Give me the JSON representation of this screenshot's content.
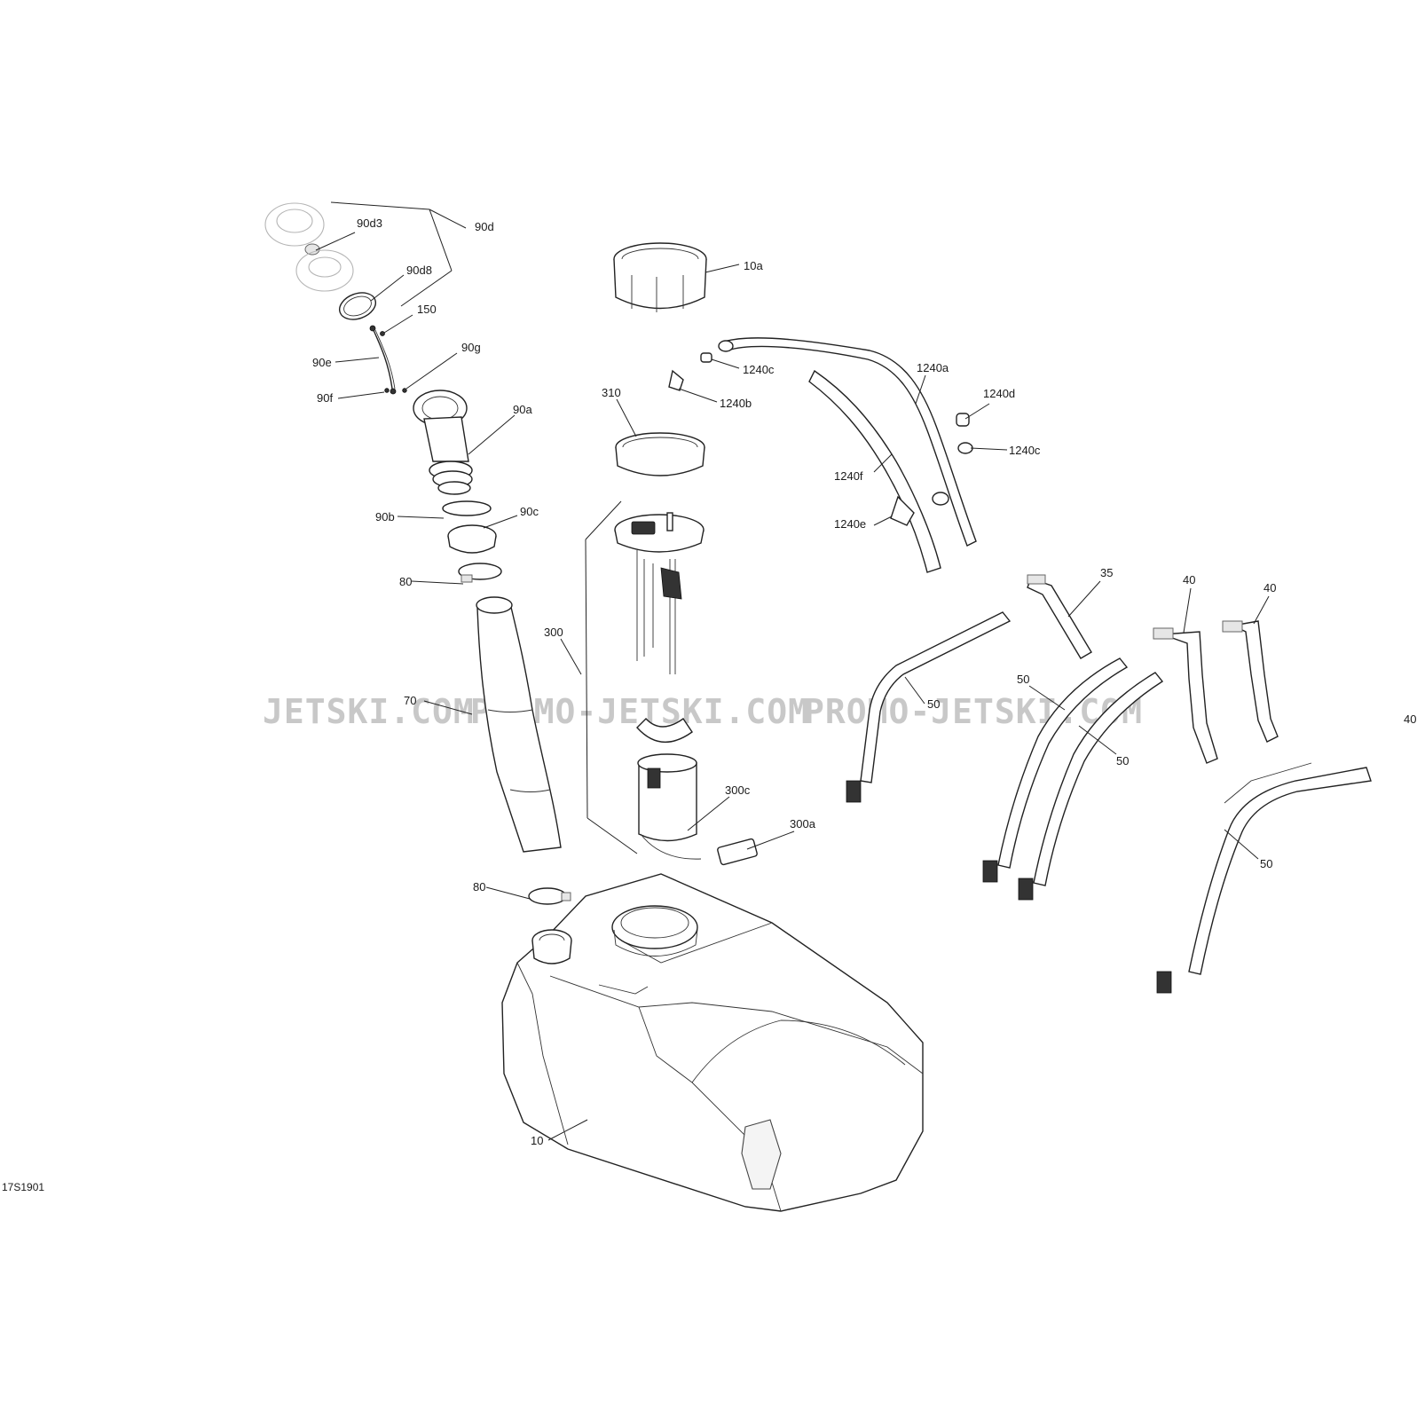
{
  "watermark": {
    "left": "JETSKI.COM",
    "middle": "PROMO-JETSKI.COM",
    "right": "PROMO-JETSKI.COM"
  },
  "reference_code": "17S1901",
  "callouts": {
    "c90d3": "90d3",
    "c90d": "90d",
    "c90d8": "90d8",
    "c150": "150",
    "c90e": "90e",
    "c90g": "90g",
    "c90f": "90f",
    "c90a": "90a",
    "c90b": "90b",
    "c90c": "90c",
    "c80_top": "80",
    "c70": "70",
    "c80_bottom": "80",
    "c10": "10",
    "c10a": "10a",
    "c310": "310",
    "c300": "300",
    "c300c": "300c",
    "c300a": "300a",
    "c1240c_top": "1240c",
    "c1240b": "1240b",
    "c1240a": "1240a",
    "c1240d": "1240d",
    "c1240c_right": "1240c",
    "c1240f": "1240f",
    "c1240e": "1240e",
    "c35": "35",
    "c40_left": "40",
    "c40_right": "40",
    "c40_edge": "40",
    "c50_a": "50",
    "c50_b": "50",
    "c50_c": "50",
    "c50_d": "50"
  }
}
